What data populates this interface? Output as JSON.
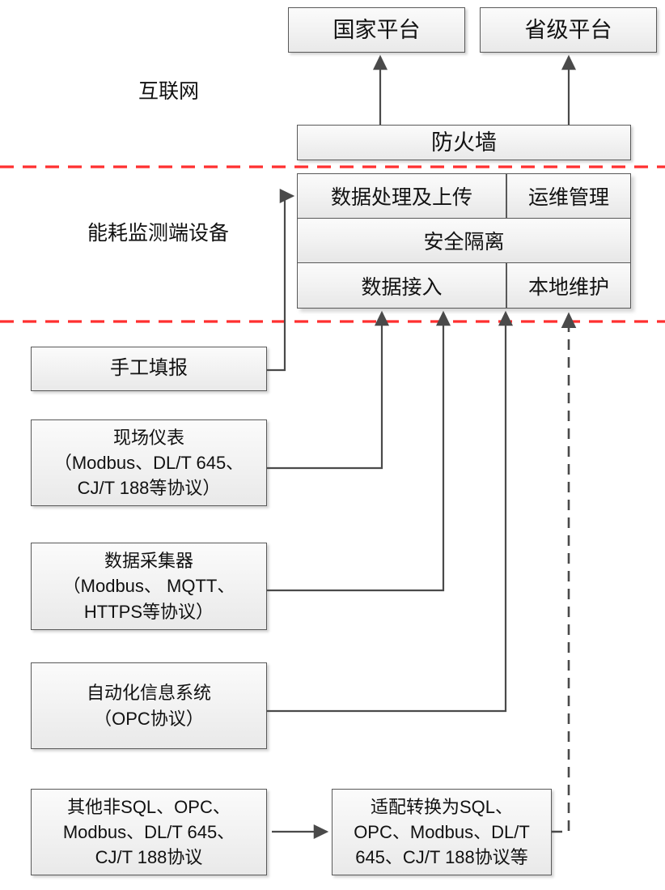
{
  "diagram": {
    "title_zones": {
      "internet_label": "互联网",
      "terminal_label": "能耗监测端设备"
    },
    "platforms": [
      {
        "id": "national",
        "label": "国家平台"
      },
      {
        "id": "provincial",
        "label": "省级平台"
      }
    ],
    "firewall": {
      "label": "防火墙"
    },
    "terminal_stack": {
      "row1_left": "数据处理及上传",
      "row1_right": "运维管理",
      "row2_full": "安全隔离",
      "row3_left": "数据接入",
      "row3_right": "本地维护"
    },
    "sources": [
      {
        "id": "manual",
        "lines": [
          "手工填报"
        ]
      },
      {
        "id": "field-meter",
        "lines": [
          "现场仪表",
          "（Modbus、DL/T 645、",
          "CJ/T 188等协议）"
        ]
      },
      {
        "id": "data-collector",
        "lines": [
          "数据采集器",
          "（Modbus、 MQTT、",
          "HTTPS等协议）"
        ]
      },
      {
        "id": "automation-system",
        "lines": [
          "自动化信息系统",
          "（OPC协议）"
        ]
      },
      {
        "id": "other-protocols",
        "lines": [
          "其他非SQL、OPC、",
          "Modbus、DL/T 645、",
          "CJ/T 188协议"
        ]
      }
    ],
    "adapter": {
      "id": "adapter",
      "lines": [
        "适配转换为SQL、",
        "OPC、Modbus、DL/T",
        "645、CJ/T 188协议等"
      ]
    },
    "colors": {
      "zone_divider": "#ff2f2f",
      "box_border": "#595959",
      "connector": "#4a4a4a"
    },
    "connectors": {
      "firewall_to_national": "arrow-up",
      "firewall_to_provincial": "arrow-up",
      "manual_to_stack": "arrow-right",
      "field_meter_to_data_access": "arrow-up",
      "collector_to_data_access": "arrow-up",
      "automation_to_data_access": "arrow-up",
      "other_to_adapter": "arrow-right",
      "adapter_to_local_maint": "arrow-up-dashed"
    }
  }
}
